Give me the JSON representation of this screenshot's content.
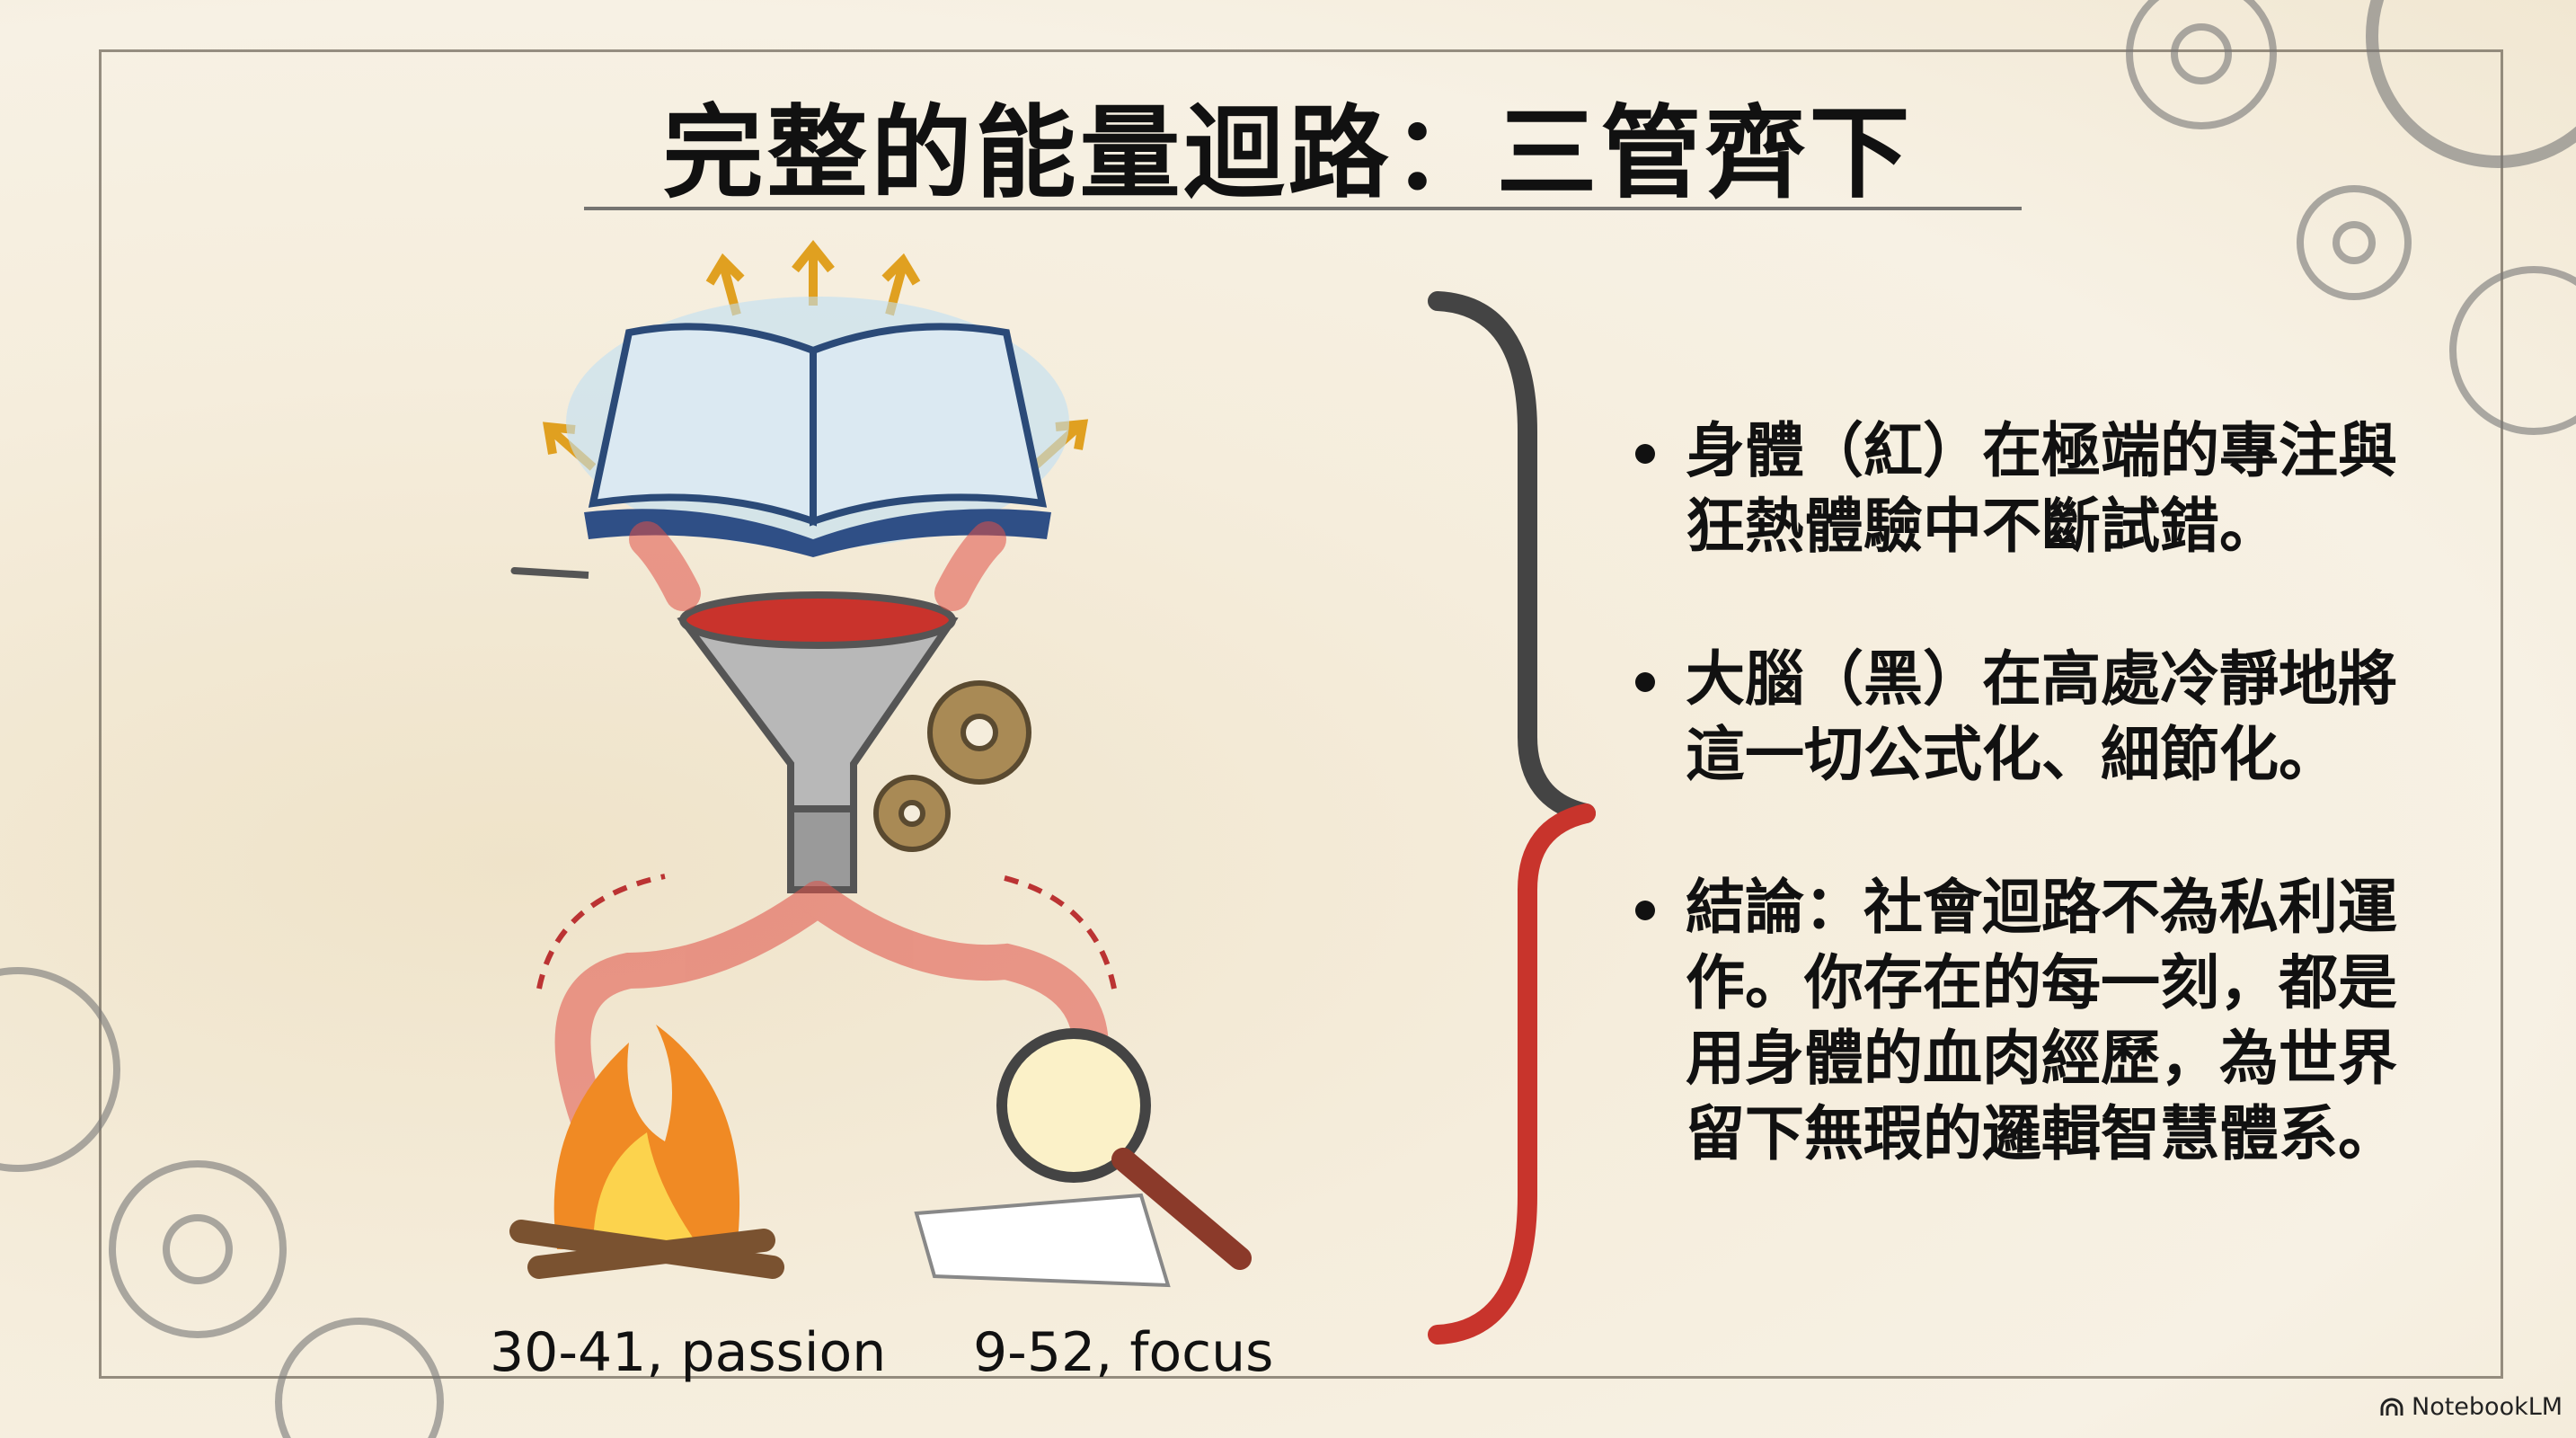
{
  "title": "完整的能量迴路：三管齊下",
  "bullets": [
    "身體（紅）在極端的專注與狂熱體驗中不斷試錯。",
    "大腦（黑）在高處冷靜地將這一切公式化、細節化。",
    "結論：社會迴路不為私利運作。你存在的每一刻，都是用身體的血肉經歷，為世界留下無瑕的邏輯智慧體系。"
  ],
  "captions": {
    "left": "30-41, passion",
    "right": "9-52, focus"
  },
  "brand": "NotebookLM",
  "colors": {
    "red": "#d9423a",
    "ink": "#111111",
    "paper": "#f5eddc"
  }
}
